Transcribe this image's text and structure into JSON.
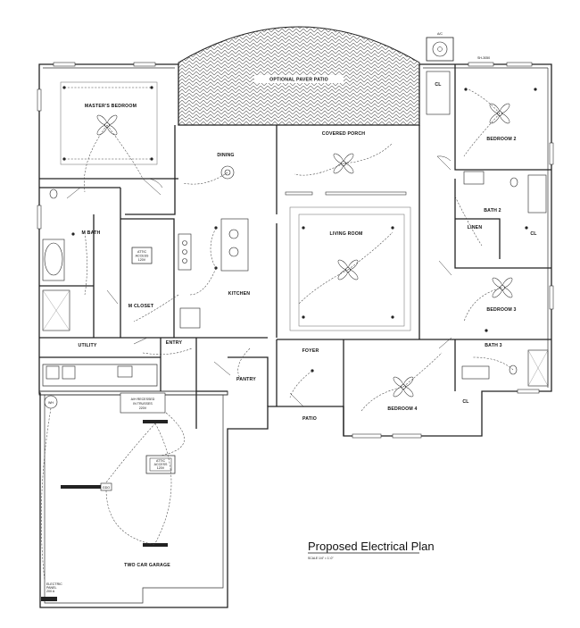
{
  "drawing": {
    "title": "Proposed Electrical Plan",
    "scale": "SCALE 1/4\" = 1'-0\"",
    "ac_label": "A/C",
    "sheet_tag": "SH-3050"
  },
  "rooms": {
    "patio_paver": "OPTIONAL PAVER PATIO",
    "master_bedroom": "MASTER'S BEDROOM",
    "dining": "DINING",
    "covered_porch": "COVERED PORCH",
    "closet_top": "CL",
    "bedroom2": "BEDROOM 2",
    "bath2": "BATH 2",
    "linen": "LINEN",
    "closet_mid": "CL",
    "m_bath": "M BATH",
    "living_room": "LIVING ROOM",
    "kitchen": "KITCHEN",
    "m_closet": "M CLOSET",
    "bedroom3": "BEDROOM 3",
    "utility": "UTILITY",
    "entry": "ENTRY",
    "foyer": "FOYER",
    "bath3": "BATH 3",
    "pantry": "PANTRY",
    "bedroom4": "BEDROOM 4",
    "closet_b4": "CL",
    "patio_front": "PATIO",
    "garage": "TWO CAR GARAGE"
  },
  "notes": {
    "ah_line1": "A/H RECESSED",
    "ah_line2": "IN TRUSSES",
    "ah_line3": "220V",
    "attic_access_line1": "ATTIC",
    "attic_access_line2": "ACCESS",
    "attic_access_line3": "120V",
    "kitchen_attic_line1": "ATTIC",
    "kitchen_attic_line2": "ACCESS",
    "kitchen_attic_line3": "120V",
    "gdo": "GDO",
    "panel_line1": "ELECTRIC",
    "panel_line2": "PANEL",
    "panel_line3": "200 A",
    "wh": "WH"
  }
}
